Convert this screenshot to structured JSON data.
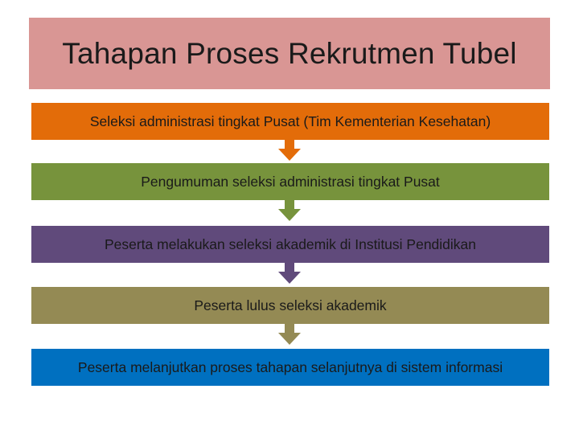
{
  "title": "Tahapan Proses Rekrutmen Tubel",
  "steps": [
    {
      "label": "Seleksi administrasi tingkat Pusat (Tim Kementerian Kesehatan)",
      "color": "#e36c09",
      "text_color": "#1a1a1a"
    },
    {
      "label": "Pengumuman seleksi administrasi tingkat Pusat",
      "color": "#77933c",
      "text_color": "#1a1a1a"
    },
    {
      "label": "Peserta melakukan seleksi akademik di Institusi Pendidikan",
      "color": "#604a7b",
      "text_color": "#1a1a1a"
    },
    {
      "label": "Peserta lulus seleksi akademik",
      "color": "#948a54",
      "text_color": "#1a1a1a"
    },
    {
      "label": "Peserta melanjutkan proses tahapan selanjutnya di sistem informasi",
      "color": "#0070c0",
      "text_color": "#1a1a1a"
    }
  ],
  "colors": {
    "title_background": "#d99694",
    "page_background": "#ffffff"
  }
}
